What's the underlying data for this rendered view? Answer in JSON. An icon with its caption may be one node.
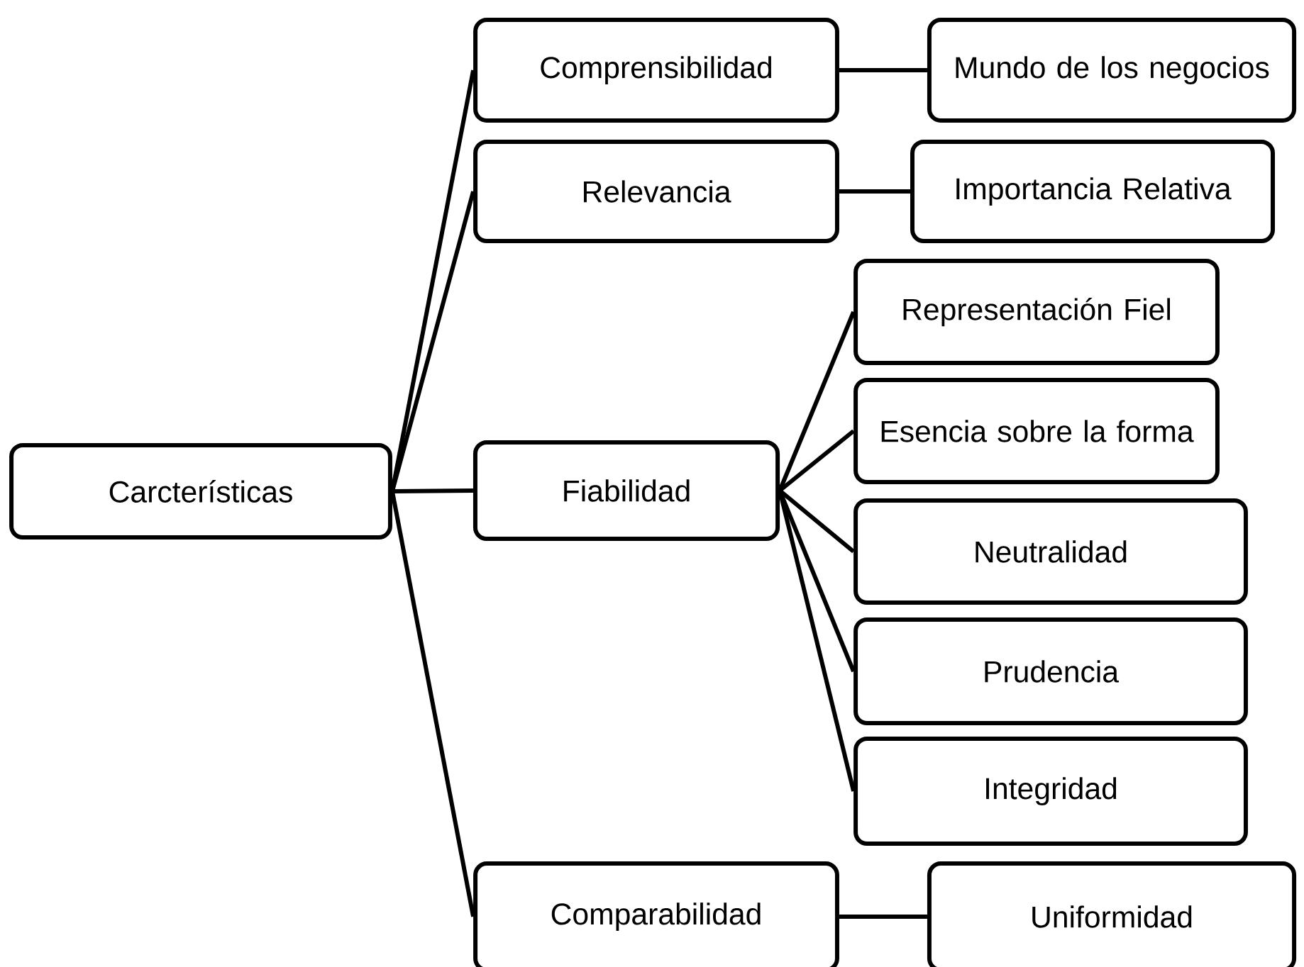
{
  "diagram": {
    "nodes": [
      {
        "text": [
          "Carcterísticas"
        ]
      },
      {
        "text": [
          "Comprensibilidad"
        ]
      },
      {
        "text": [
          "Mundo de los negocios"
        ]
      },
      {
        "text": [
          "Relevancia"
        ]
      },
      {
        "text": [
          "Importancia Relativa"
        ]
      },
      {
        "text": [
          "Fiabilidad"
        ]
      },
      {
        "text": [
          "Representación Fiel"
        ]
      },
      {
        "text": [
          "Esencia sobre la forma"
        ]
      },
      {
        "text": [
          "Neutralidad"
        ]
      },
      {
        "text": [
          "Prudencia"
        ]
      },
      {
        "text": [
          "Integridad"
        ]
      },
      {
        "text": [
          "Comparabilidad"
        ]
      },
      {
        "text": [
          "Uniformidad"
        ]
      }
    ],
    "edges": [
      {
        "from": 0,
        "to": 1,
        "arrow": "none"
      },
      {
        "from": 0,
        "to": 3,
        "arrow": "none"
      },
      {
        "from": 0,
        "to": 5,
        "arrow": "none"
      },
      {
        "from": 0,
        "to": 11,
        "arrow": "none"
      },
      {
        "from": 1,
        "to": 2,
        "arrow": "none"
      },
      {
        "from": 3,
        "to": 4,
        "arrow": "none"
      },
      {
        "from": 5,
        "to": 6,
        "arrow": "none"
      },
      {
        "from": 5,
        "to": 7,
        "arrow": "none"
      },
      {
        "from": 5,
        "to": 8,
        "arrow": "none"
      },
      {
        "from": 5,
        "to": 9,
        "arrow": "none"
      },
      {
        "from": 5,
        "to": 10,
        "arrow": "none"
      },
      {
        "from": 11,
        "to": 12,
        "arrow": "none"
      }
    ]
  }
}
